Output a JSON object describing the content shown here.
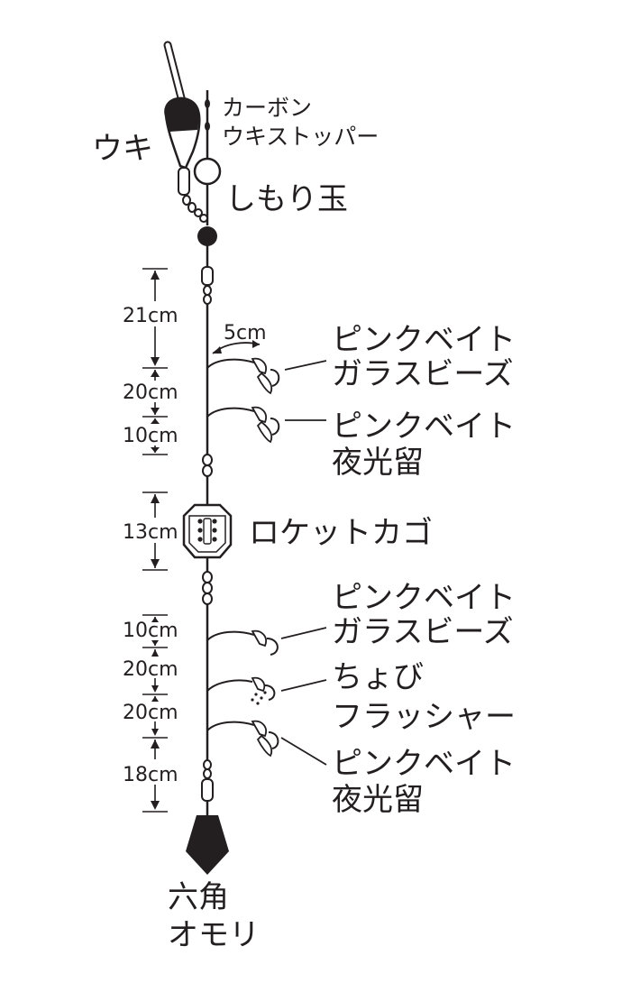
{
  "labels": {
    "float": "ウキ",
    "stopper_line1": "カーボン",
    "stopper_line2": "ウキストッパー",
    "bead": "しもり玉",
    "gap_5cm": "5cm",
    "hook1_line1": "ピンクベイト",
    "hook1_line2": "ガラスビーズ",
    "hook2_line1": "ピンクベイト",
    "hook2_line2": "夜光留",
    "basket": "ロケットカゴ",
    "hook3_line1": "ピンクベイト",
    "hook3_line2": "ガラスビーズ",
    "hook4_line1": "ちょび",
    "hook4_line2": "フラッシャー",
    "hook5_line1": "ピンクベイト",
    "hook5_line2": "夜光留",
    "sinker_line1": "六角",
    "sinker_line2": "オモリ"
  },
  "dimensions": [
    "21cm",
    "20cm",
    "10cm",
    "13cm",
    "10cm",
    "20cm",
    "20cm",
    "18cm"
  ]
}
